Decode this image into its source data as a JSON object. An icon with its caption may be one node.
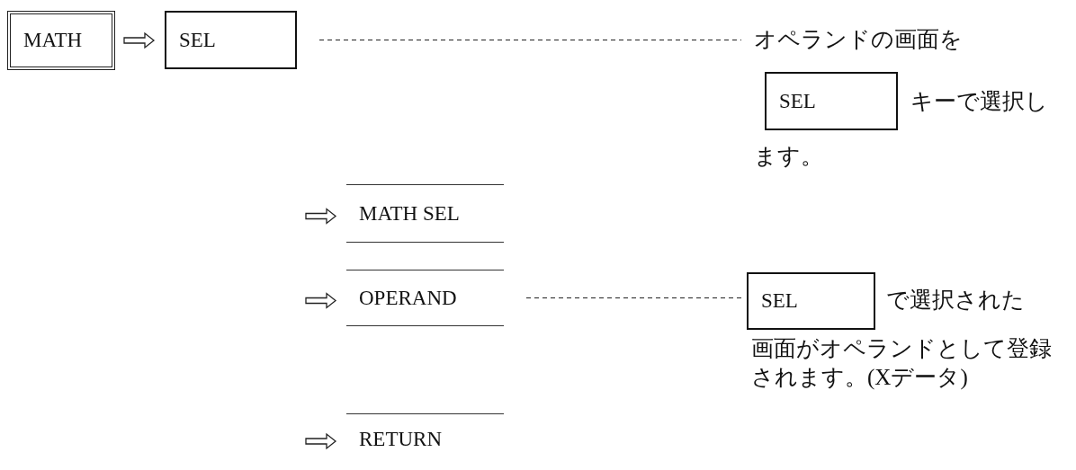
{
  "diagram": {
    "nodes": [
      {
        "text": [
          "MATH"
        ]
      },
      {
        "text": [
          "SEL"
        ]
      },
      {
        "text": [
          "MATH SEL"
        ]
      },
      {
        "text": [
          "OPERAND"
        ]
      },
      {
        "text": [
          "RETURN"
        ]
      },
      {
        "text": [
          "オペランドの画面を",
          "キーで選択し",
          "ます。"
        ]
      },
      {
        "text": [
          "SEL"
        ],
        "in": 5
      },
      {
        "text": [
          "で選択された",
          "画面がオペランドとして登録されます。(Xデータ)"
        ]
      },
      {
        "text": [
          "SEL"
        ],
        "in": 7
      }
    ],
    "edges": [
      {
        "from": 0,
        "to": 1,
        "arrow": "to"
      },
      {
        "from": null,
        "to": 2,
        "arrow": "to"
      },
      {
        "from": null,
        "to": 3,
        "arrow": "to"
      },
      {
        "from": null,
        "to": 4,
        "arrow": "to"
      },
      {
        "from": 1,
        "to": 5,
        "arrow": "none",
        "style": "dashed"
      },
      {
        "from": 3,
        "to": 7,
        "arrow": "none",
        "style": "dashed"
      }
    ]
  }
}
